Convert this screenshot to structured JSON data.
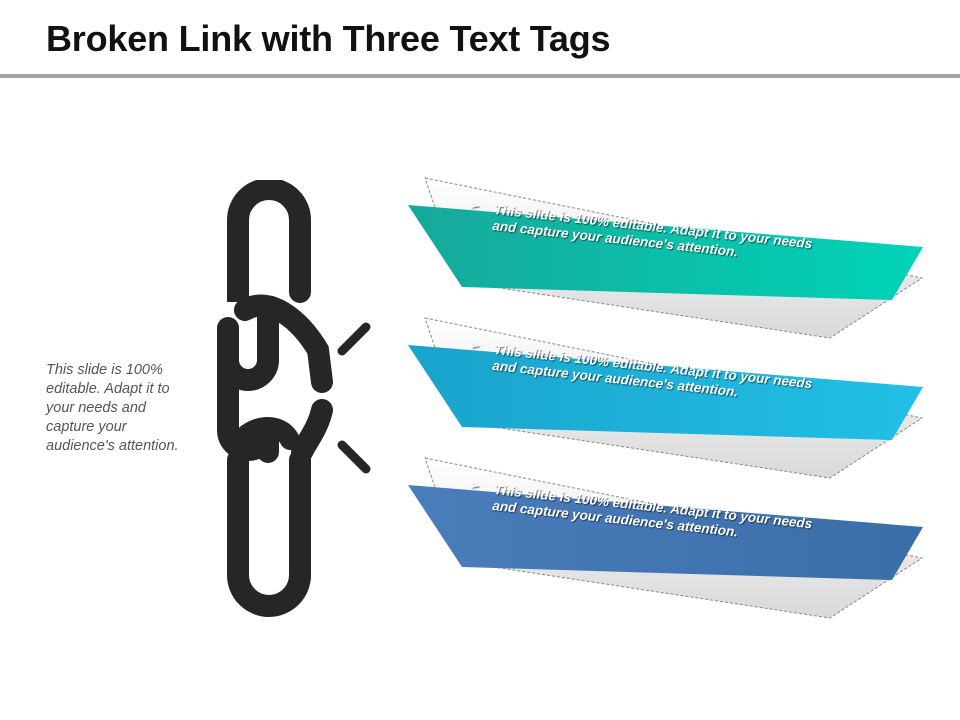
{
  "slide": {
    "title": "Broken Link with Three Text Tags",
    "side_text": "This slide is 100% editable. Adapt it to your needs and capture your audience's attention."
  },
  "tags": [
    {
      "bullet": "➢",
      "text": "This slide is 100% editable. Adapt it to your needs and capture your audience's attention.",
      "color_start": "#17a89a",
      "color_end": "#00d4b8"
    },
    {
      "bullet": "➢",
      "text": "This slide is 100% editable. Adapt it to your needs and capture your audience's attention.",
      "color_start": "#1aa3cc",
      "color_end": "#22c0e6"
    },
    {
      "bullet": "➢",
      "text": "This slide is 100% editable. Adapt it to your needs and capture your audience's attention.",
      "color_start": "#4a7dbb",
      "color_end": "#3a6ea8"
    }
  ],
  "chain": {
    "icon": "broken-chain-link-icon",
    "color": "#262626"
  }
}
